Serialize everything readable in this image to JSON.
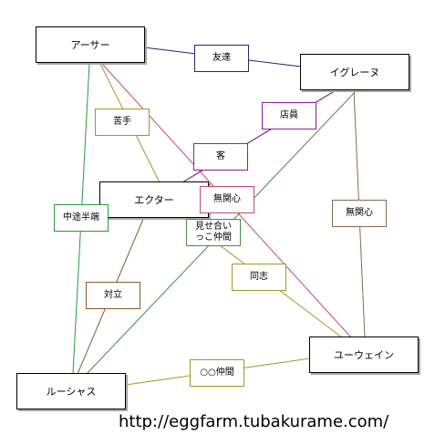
{
  "nodes": {
    "arthur": "アーサー",
    "igraine": "イグレーヌ",
    "hector": "エクター",
    "ywain": "ユーウェイン",
    "lucius": "ルーシャス"
  },
  "relations": {
    "friend": "友達",
    "clerk": "店員",
    "customer": "客",
    "bitter": "苦手",
    "indifferent_a": "無関心",
    "indifferent_b": "無関心",
    "halfway": "中途半端",
    "show_off": "見せ合いっこ仲間",
    "comrade": "同志",
    "rival": "対立",
    "circle_friends": "○○仲間"
  },
  "colors": {
    "friend": "#2b2470",
    "clerk": "#8a1f9e",
    "customer": "#8a1f9e",
    "bitter": "#9c9a2a",
    "indifferent_a": "#c94a6a",
    "indifferent_b": "#8a6a4a",
    "halfway": "#2a9a3a",
    "show_off": "#4a8a4a",
    "comrade": "#9c9a2a",
    "rival": "#8a5a2a",
    "circle_friends": "#9c9a2a"
  },
  "footer": {
    "url": "http://eggfarm.tubakurame.com/"
  }
}
